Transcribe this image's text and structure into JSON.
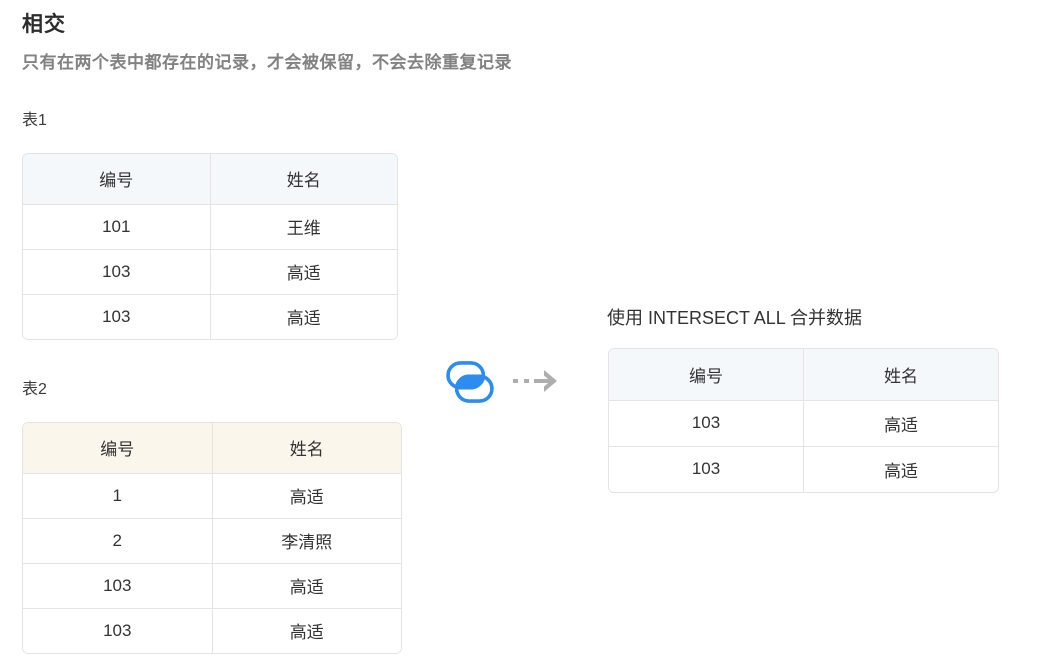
{
  "page": {
    "title": "相交",
    "subtitle": "只有在两个表中都存在的记录，才会被保留，不会去除重复记录"
  },
  "table1": {
    "label": "表1",
    "headers": [
      "编号",
      "姓名"
    ],
    "rows": [
      [
        "101",
        "王维"
      ],
      [
        "103",
        "高适"
      ],
      [
        "103",
        "高适"
      ]
    ]
  },
  "table2": {
    "label": "表2",
    "headers": [
      "编号",
      "姓名"
    ],
    "rows": [
      [
        "1",
        "高适"
      ],
      [
        "2",
        "李清照"
      ],
      [
        "103",
        "高适"
      ],
      [
        "103",
        "高适"
      ]
    ]
  },
  "operation": {
    "icon": "intersect-pills-icon",
    "arrow": "dashed-right-arrow-icon"
  },
  "result": {
    "label": "使用 INTERSECT ALL 合并数据",
    "headers": [
      "编号",
      "姓名"
    ],
    "rows": [
      [
        "103",
        "高适"
      ],
      [
        "103",
        "高适"
      ]
    ]
  },
  "colors": {
    "accent_blue": "#2d8cf0",
    "arrow_gray": "#aeaeae",
    "border": "#e4e4e4",
    "table1_header_bg": "#f4f8fb",
    "table2_header_bg": "#fbf6ec",
    "result_header_bg": "#f4f8fb",
    "text": "#333333",
    "subtitle_text": "#828282"
  }
}
